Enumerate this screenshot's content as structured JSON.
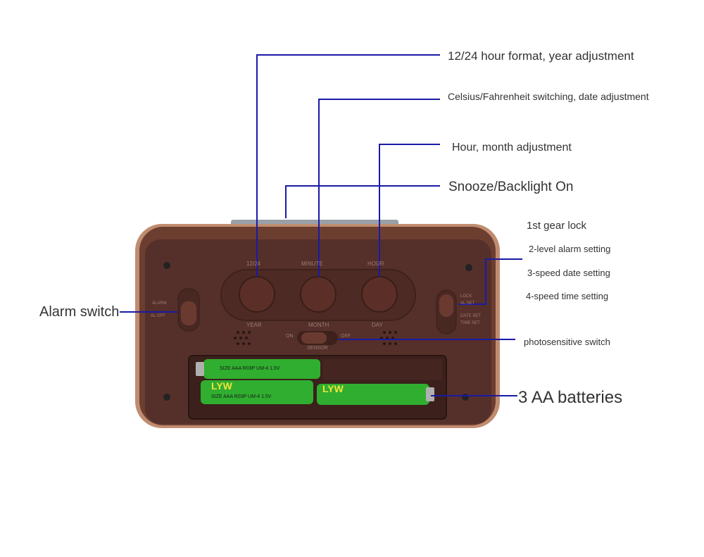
{
  "labels": {
    "format": "12/24 hour format, year adjustment",
    "celsius": "Celsius/Fahrenheit switching, date adjustment",
    "hour": "Hour, month adjustment",
    "snooze": "Snooze/Backlight On",
    "gear1": "1st gear lock",
    "gear2": "2-level alarm setting",
    "gear3": "3-speed date setting",
    "gear4": "4-speed time setting",
    "alarm_switch": "Alarm switch",
    "photo_switch": "photosensitive switch",
    "batteries": "3 AA batteries"
  },
  "device": {
    "button_labels": [
      "12/24",
      "MINUTE",
      "HOUR"
    ],
    "lower_labels": [
      "YEAR",
      "MONTH",
      "DAY"
    ],
    "alarm_slider_labels": [
      "ALARM",
      "AL OFF"
    ],
    "lock_slider_labels": [
      "LOCK",
      "AL SET",
      "DATE SET",
      "TIME SET"
    ],
    "photo_slider_labels": [
      "ON",
      "OFF",
      "SENSOR"
    ],
    "battery_brand": "LYW",
    "battery_text": "SIZE AAA R03P UM-4 1.5V"
  },
  "colors": {
    "leader_line": "#1a1aa6",
    "case": "#5a342a",
    "case_edge": "#b07a5f",
    "battery": "#2fae2f",
    "label_text": "#333333"
  }
}
